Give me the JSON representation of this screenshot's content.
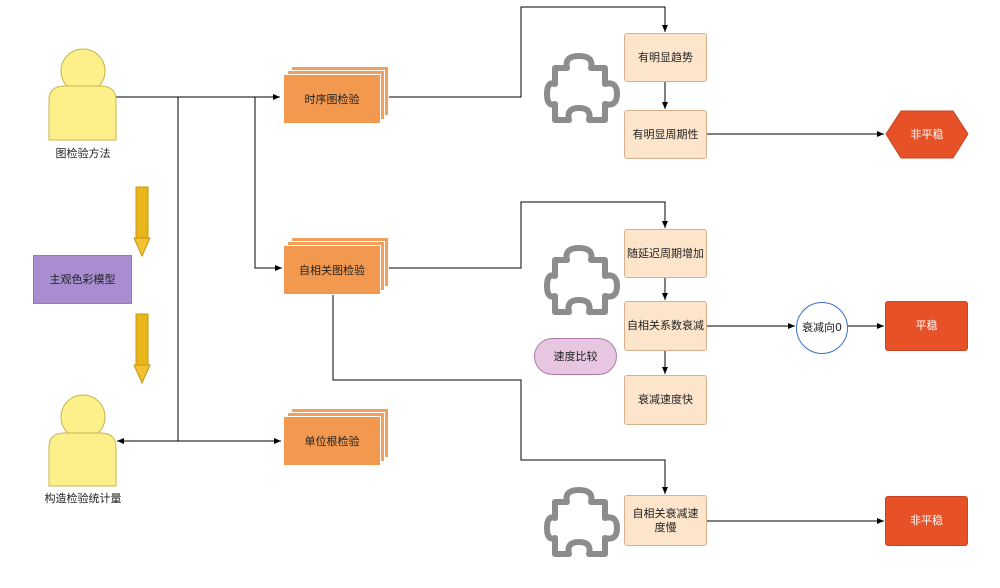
{
  "actors": {
    "top_label": "图检验方法",
    "bottom_label": "构造检验统计量"
  },
  "main_model_label": "主观色彩模型",
  "methods": {
    "timeseries": "时序图检验",
    "autocorr": "自相关图检验",
    "unitroot": "单位根检验"
  },
  "steps": {
    "trend": "有明显趋势",
    "period": "有明显周期性",
    "lag_increase": "随延迟周期增加",
    "acf_decay": "自相关系数衰减",
    "decay_fast": "衰减速度快",
    "decay_slow": "自相关衰减速度慢"
  },
  "speed_compare": "速度比较",
  "decay_to_zero": "衰减向0",
  "results": {
    "nonstationary_1": "非平稳",
    "stationary": "平稳",
    "nonstationary_2": "非平稳"
  },
  "colors": {
    "actor": "#fdf08a",
    "orange_stack": "#f2994f",
    "step_box": "#fde5cc",
    "result_red": "#e65128",
    "purple": "#a88ed1",
    "pill": "#e6c6e0",
    "arrow_gold": "#e8b51a",
    "puzzle_gray": "#8c8c8c"
  }
}
